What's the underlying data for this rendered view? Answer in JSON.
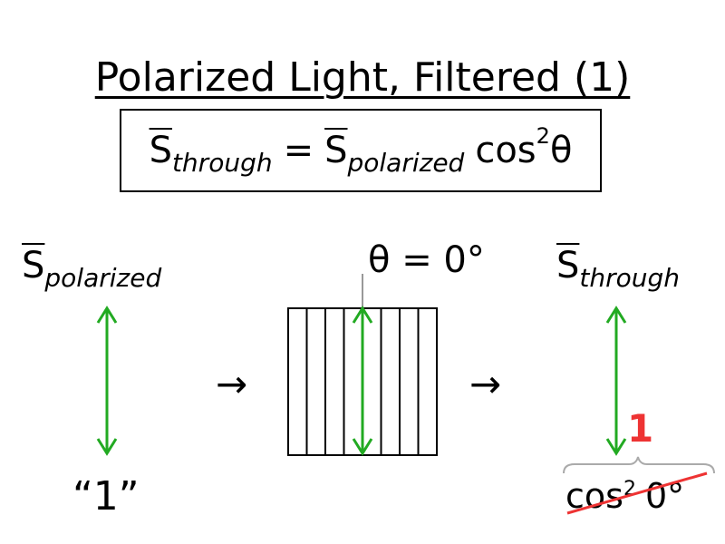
{
  "slide": {
    "title": "Polarized Light, Filtered (1)"
  },
  "formula": {
    "lhs_symbol": "S",
    "lhs_sub": "through",
    "equals": "=",
    "rhs_symbol": "S",
    "rhs_sub": "polarized",
    "cos": "cos",
    "exp": "2",
    "theta": "θ"
  },
  "left": {
    "symbol": "S",
    "sub": "polarized",
    "bottom_label": "“1”"
  },
  "filter": {
    "angle_label": "θ = 0°",
    "slit_count": 8
  },
  "right": {
    "symbol": "S",
    "sub": "through",
    "cos": "cos",
    "exp": "2",
    "angle": "0°",
    "result": "1"
  },
  "arrows": {
    "step": "→"
  },
  "colors": {
    "polarization_arrow": "#22aa22",
    "result_red": "#ee3333",
    "brace_gray": "#aaaaaa",
    "tick_gray": "#999999"
  }
}
